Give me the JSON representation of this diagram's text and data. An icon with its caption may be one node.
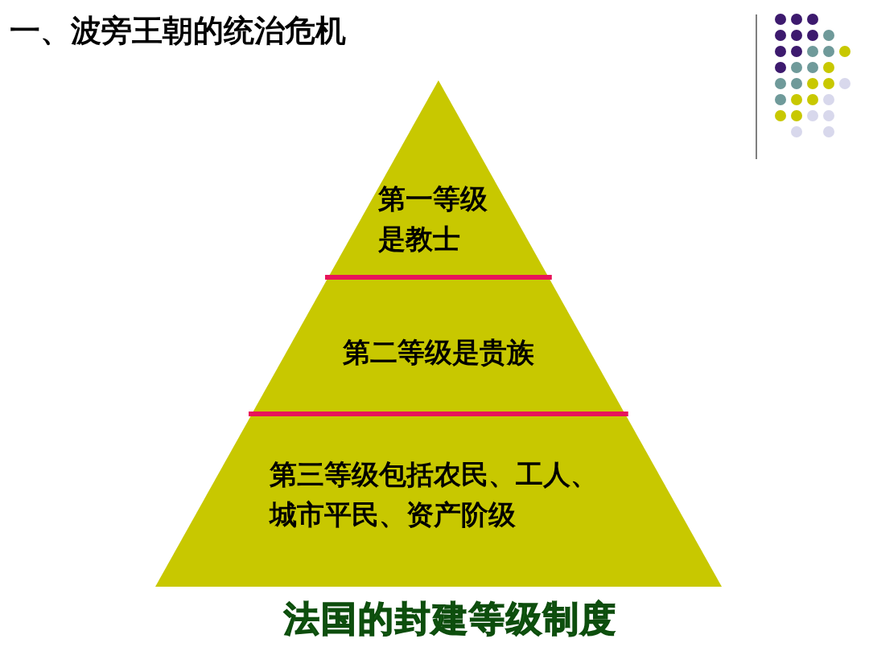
{
  "diagram": {
    "title": "一、波旁王朝的统治危机",
    "caption": "法国的封建等级制度",
    "nodes": [
      {
        "text": [
          "第一等级是教士"
        ]
      },
      {
        "text": [
          "第二等级是贵族"
        ]
      },
      {
        "text": [
          "第三等级包括农民、工人、城市平民、资产阶级"
        ]
      }
    ]
  }
}
